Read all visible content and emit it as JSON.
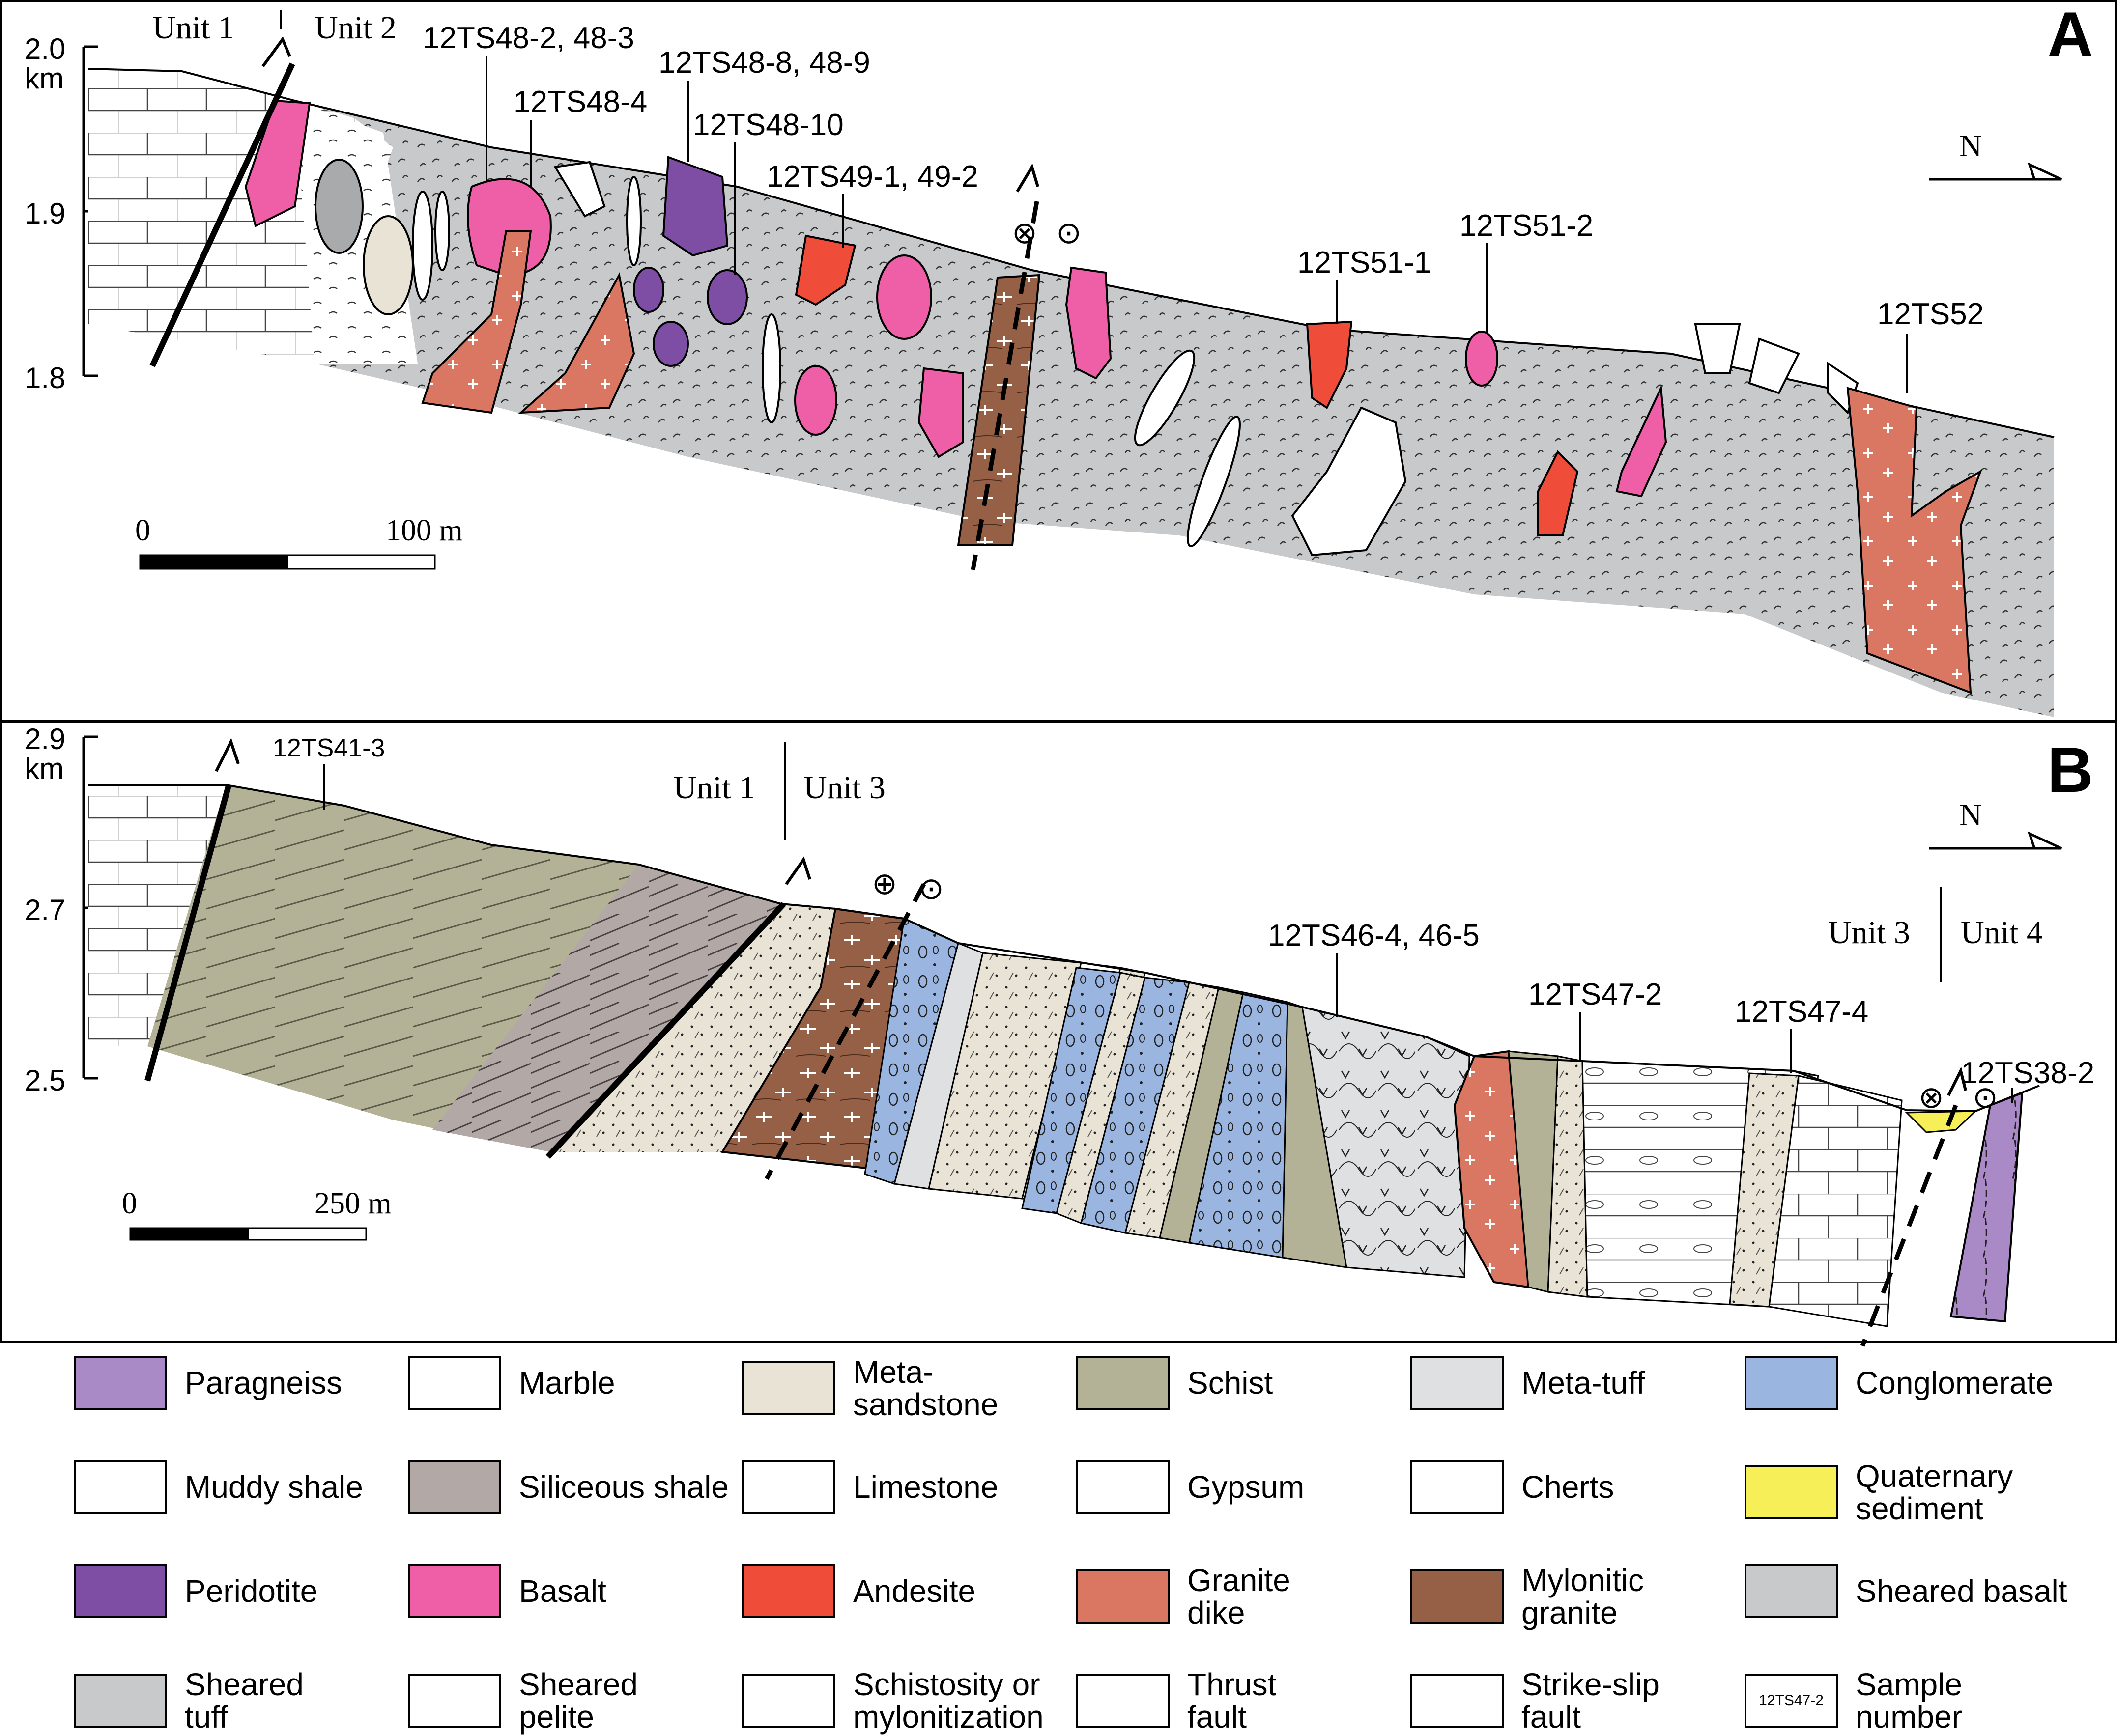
{
  "panel_a": {
    "letter": "A",
    "elevation_axis": {
      "unit": "km",
      "ticks": [
        "2.0",
        "1.9",
        "1.8"
      ]
    },
    "scale_bar": {
      "start": "0",
      "end": "100 m"
    },
    "north_label": "N",
    "unit_divider": {
      "left": "Unit 1",
      "right": "Unit 2"
    },
    "samples": [
      "12TS48-2, 48-3",
      "12TS48-4",
      "12TS48-8, 48-9",
      "12TS48-10",
      "12TS49-1, 49-2",
      "12TS51-1",
      "12TS51-2",
      "12TS52"
    ]
  },
  "panel_b": {
    "letter": "B",
    "elevation_axis": {
      "unit": "km",
      "ticks": [
        "2.9",
        "2.7",
        "2.5"
      ]
    },
    "scale_bar": {
      "start": "0",
      "end": "250 m"
    },
    "north_label": "N",
    "unit_dividers": [
      {
        "left": "Unit 1",
        "right": "Unit 3"
      },
      {
        "left": "Unit 3",
        "right": "Unit 4"
      }
    ],
    "samples": [
      "12TS41-3",
      "12TS46-4, 46-5",
      "12TS47-2",
      "12TS47-4",
      "12TS38-2"
    ]
  },
  "legend": [
    {
      "label": "Paragneiss",
      "color": "#a98ac6"
    },
    {
      "label": "Marble",
      "color": "#ffffff"
    },
    {
      "label": "Meta-sandstone",
      "color": "#e9e3d5"
    },
    {
      "label": "Schist",
      "color": "#b4b296"
    },
    {
      "label": "Meta-tuff",
      "color": "#dfe0e2"
    },
    {
      "label": "Conglomerate",
      "color": "#9ab5e0"
    },
    {
      "label": "Muddy shale",
      "color": "#ffffff"
    },
    {
      "label": "Siliceous shale",
      "color": "#b2a9a6"
    },
    {
      "label": "Limestone",
      "color": "#ffffff"
    },
    {
      "label": "Gypsum",
      "color": "#ffffff"
    },
    {
      "label": "Cherts",
      "color": "#ffffff"
    },
    {
      "label": "Quaternary\nsediment",
      "color": "#f6ef57"
    },
    {
      "label": "Peridotite",
      "color": "#7d4ea3"
    },
    {
      "label": "Basalt",
      "color": "#ee5fa7"
    },
    {
      "label": "Andesite",
      "color": "#ef4d39"
    },
    {
      "label": "Granite\ndike",
      "color": "#d97763"
    },
    {
      "label": "Mylonitic\ngranite",
      "color": "#966046"
    },
    {
      "label": "Sheared basalt",
      "color": "#c8c9cb"
    },
    {
      "label": "Sheared\ntuff",
      "color": "#c8c9cb"
    },
    {
      "label": "Sheared\npelite",
      "color": "#ffffff"
    },
    {
      "label": "Schistosity or\nmylonitization",
      "color": "#ffffff"
    },
    {
      "label": "Thrust\nfault",
      "color": "#ffffff"
    },
    {
      "label": "Strike-slip\nfault",
      "color": "#ffffff"
    },
    {
      "label": "Sample number",
      "color": "#ffffff",
      "swatch_text": "12TS47-2"
    }
  ]
}
